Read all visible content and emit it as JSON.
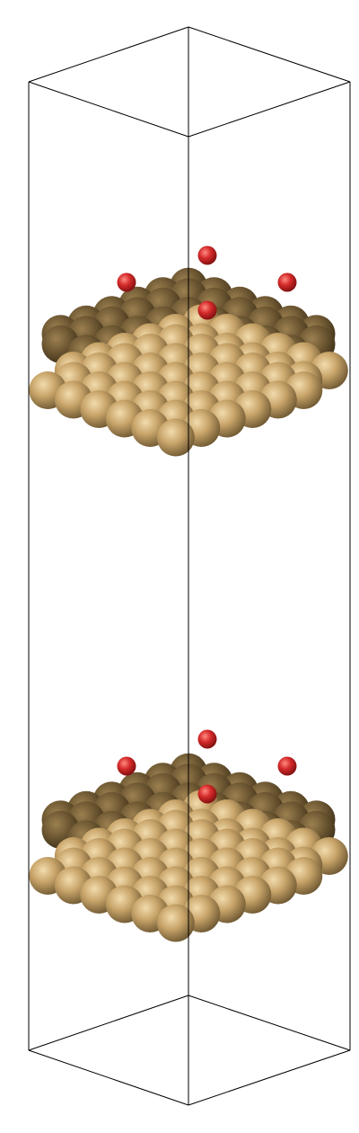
{
  "structure": {
    "kind": "periodic slab supercell",
    "slab_count": 2,
    "atoms_per_slab_visible": 88,
    "adsorbates_per_slab": 4,
    "colors": {
      "metal": "#c9a56a",
      "metal_shadow": "#6b5530",
      "metal_highlight": "#f2dcae",
      "oxygen": "#d42a2a",
      "oxygen_shadow": "#7a0e0e",
      "oxygen_highlight": "#ff8a80",
      "cell_edge": "#000000"
    }
  }
}
